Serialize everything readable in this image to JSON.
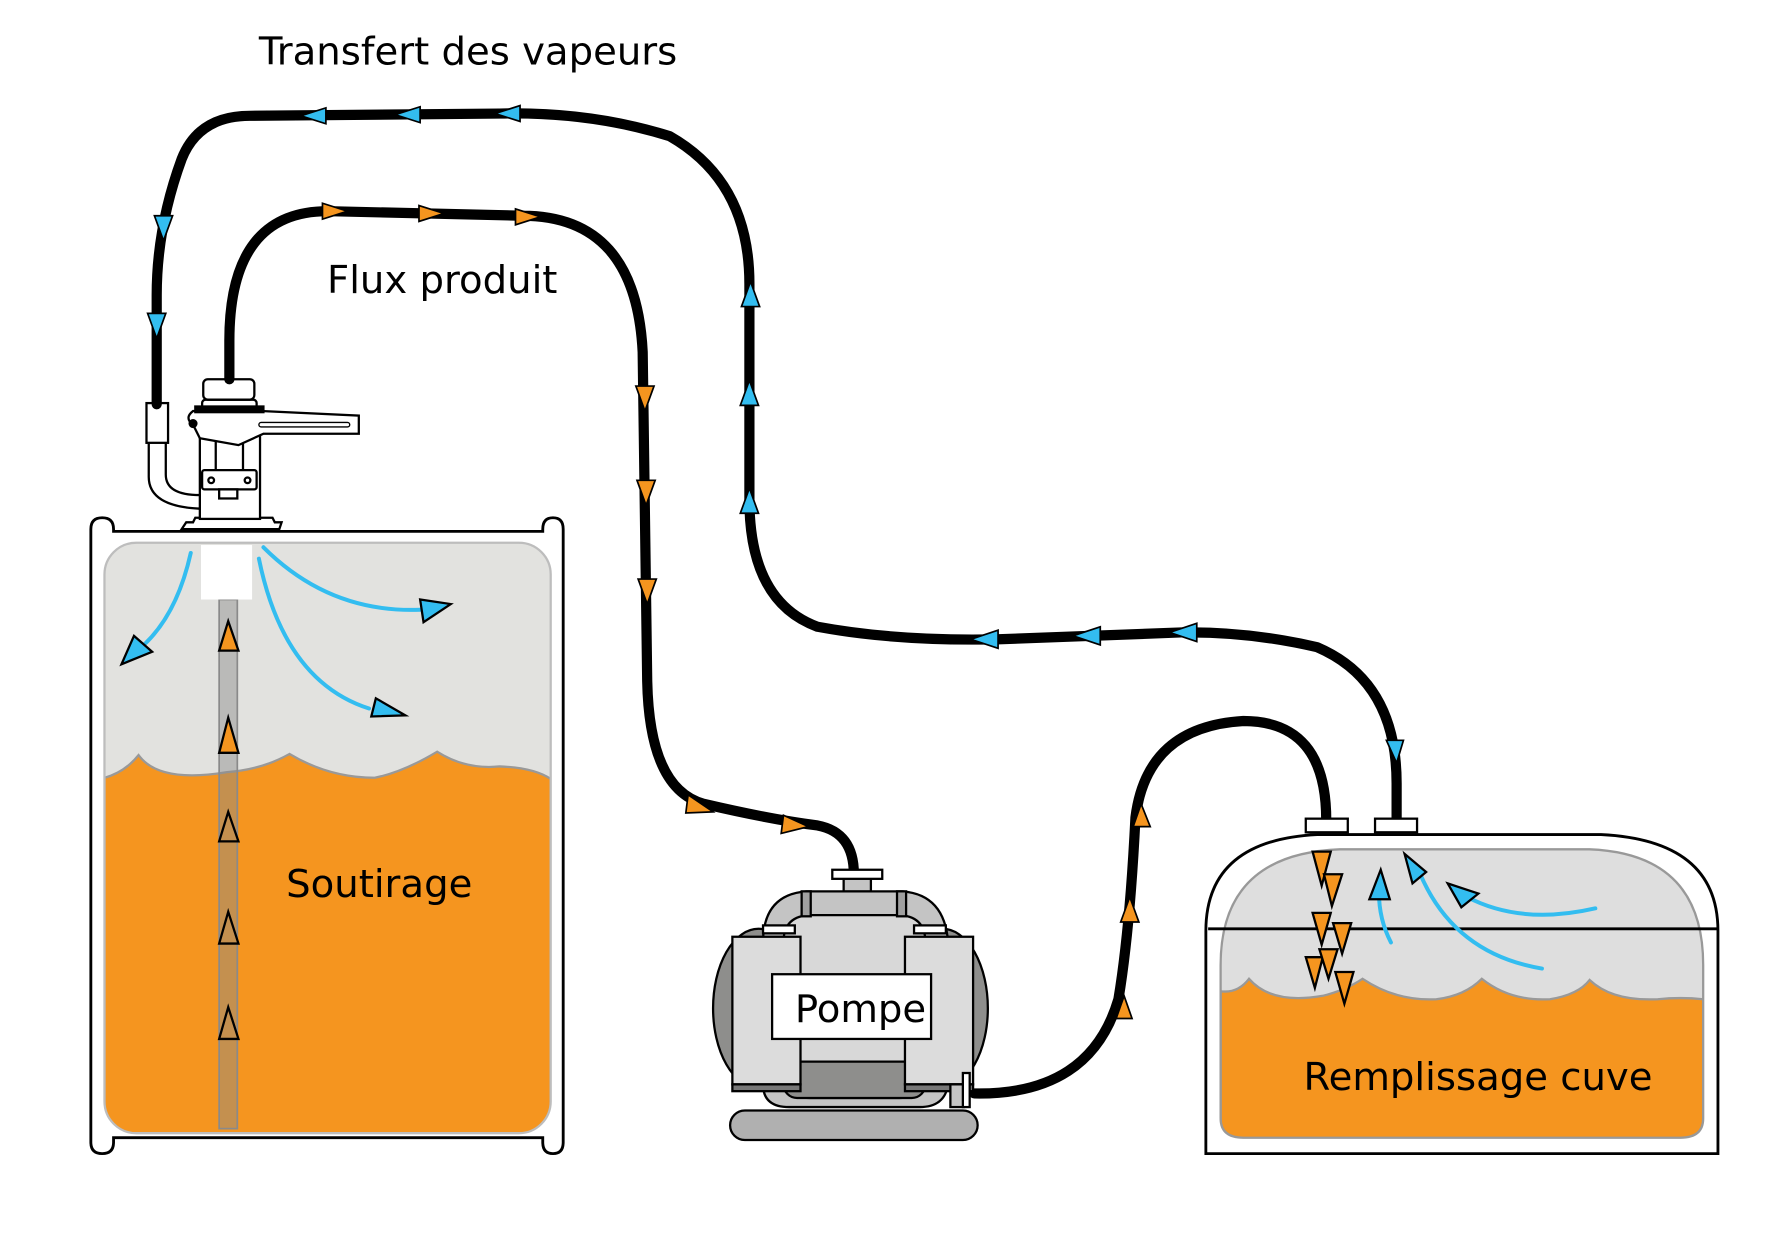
{
  "labels": {
    "vapor_transfer": "Transfert des vapeurs",
    "product_flow": "Flux produit",
    "source_tank": "Soutirage",
    "pump": "Pompe",
    "destination_tank": "Remplissage cuve"
  },
  "colors": {
    "product": "#f5951f",
    "vapor": "#33bdf0",
    "vapor_space": "#e2e2df",
    "hose": "#000000",
    "pump_light": "#dcdcdc",
    "pump_mid": "#c4c4c4",
    "pump_dark": "#8e8e8c"
  },
  "components": [
    {
      "id": "source-tank",
      "label_key": "source_tank"
    },
    {
      "id": "dispensing-pump-head"
    },
    {
      "id": "transfer-pump",
      "label_key": "pump"
    },
    {
      "id": "destination-tank",
      "label_key": "destination_tank"
    }
  ],
  "flows": [
    {
      "name": "Flux produit",
      "color": "product",
      "path": "Soutirage → Pompe → Remplissage cuve"
    },
    {
      "name": "Transfert des vapeurs",
      "color": "vapor",
      "path": "Remplissage cuve → Soutirage"
    }
  ]
}
